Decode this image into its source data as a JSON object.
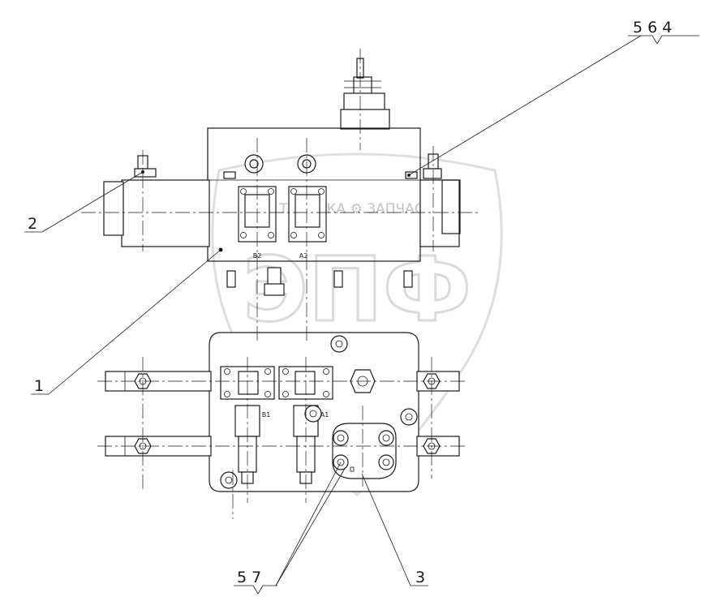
{
  "callouts": {
    "top_right": "5  6  4",
    "left": "2",
    "lower_left": "1",
    "bottom_left": "5  7",
    "bottom_right": "3"
  },
  "ports": {
    "b2": "B2",
    "a2": "A2",
    "b1": "B1",
    "a1": "A1"
  },
  "watermark": {
    "logo": "ЭПФ",
    "text": "ТЕХНИКА ⚙ ЗАПЧАСТИ"
  }
}
